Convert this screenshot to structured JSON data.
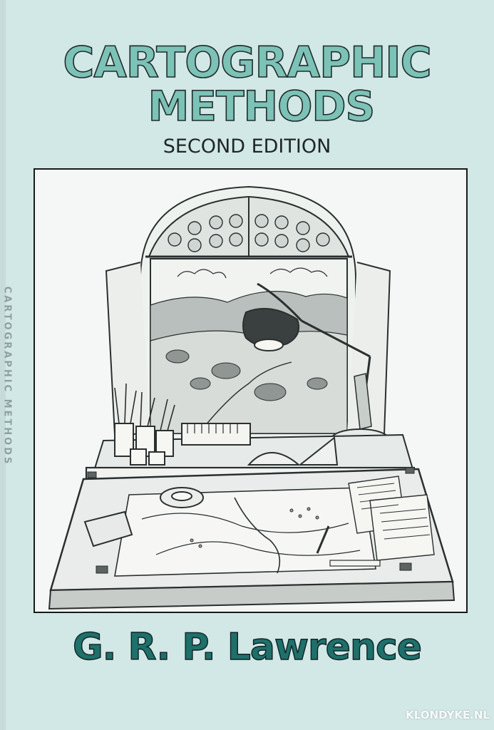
{
  "cover": {
    "title_line1": "CARTOGRAPHIC",
    "title_line2": "METHODS",
    "edition": "SECOND EDITION",
    "author": "G. R. P. Lawrence",
    "spine_text": "CARTOGRAPHIC METHODS"
  },
  "watermark": "KLONDYKE.NL",
  "colors": {
    "background": "#d2e8e6",
    "title_fill": "#7cc2b6",
    "author_fill": "#1f6f6a",
    "outline": "#1f2a2b"
  },
  "icons": [
    "window-illustration",
    "desk-lamp-icon",
    "pencil-cup-icon",
    "map-sheet-icon",
    "tape-roll-icon"
  ]
}
